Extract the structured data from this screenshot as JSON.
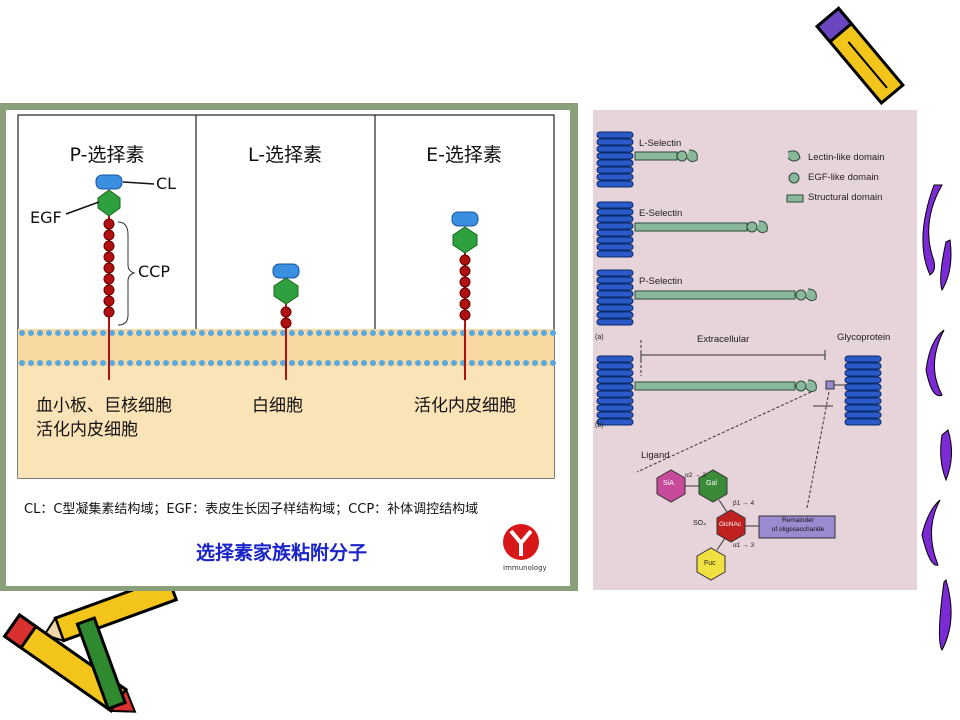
{
  "left_panel": {
    "columns": [
      {
        "title": "P-选择素",
        "cell": [
          "血小板、巨核细胞",
          "活化内皮细胞"
        ]
      },
      {
        "title": "L-选择素",
        "cell": [
          "白细胞"
        ]
      },
      {
        "title": "E-选择素",
        "cell": [
          "活化内皮细胞"
        ]
      }
    ],
    "labels": {
      "cl": "CL",
      "egf": "EGF",
      "ccp": "CCP"
    },
    "footnote": "CL：C型凝集素结构域；EGF：表皮生长因子样结构域；CCP：补体调控结构域",
    "caption": "选择素家族粘附分子",
    "logo_text": "Immunology"
  },
  "right_panel": {
    "selectins": [
      "L-Selectin",
      "E-Selectin",
      "P-Selectin"
    ],
    "legend": [
      "Lectin-like domain",
      "EGF-like domain",
      "Structural domain"
    ],
    "extracellular": "Extracellular",
    "glycoprotein": "Glycoprotein",
    "panel_a": "(a)",
    "panel_b": "(b)",
    "ligand": "Ligand",
    "sugars": {
      "sia": "SiA",
      "gal": "Gal",
      "glcnac": "GlcNAc",
      "fuc": "Fuc"
    },
    "linkages": {
      "sia_gal": "α2 → 3",
      "gal_glcnac": "β1 → 4",
      "fuc_glcnac": "α1 → 3",
      "so4": "SO₄"
    },
    "remainder": [
      "Remainder",
      "of oligosaccharide"
    ]
  },
  "colors": {
    "frame": "#8aa07a",
    "membrane": "#f8d9a2",
    "cl_domain": "#3a8fe0",
    "egf_domain": "#2fa040",
    "ccp_bead": "#b01010",
    "caption": "#1a24c8",
    "right_bg": "#e7d3da"
  }
}
